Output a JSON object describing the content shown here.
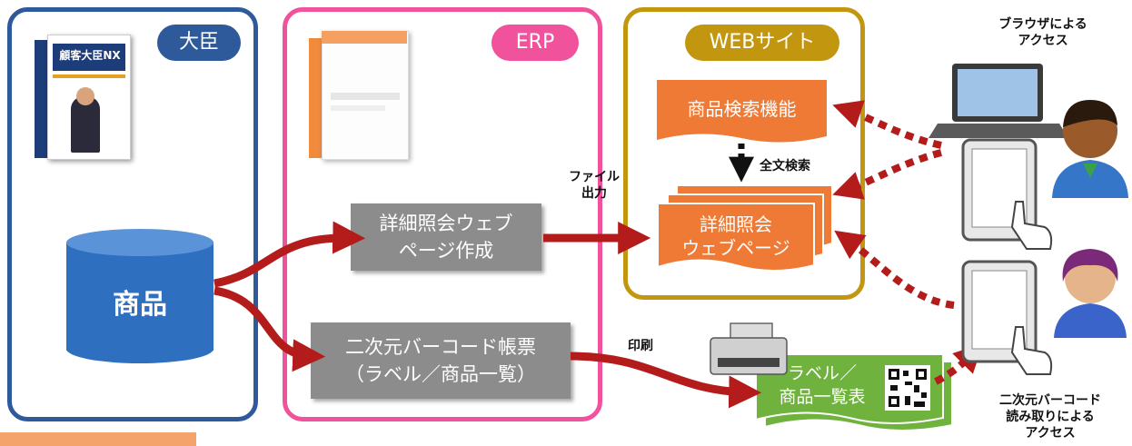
{
  "panels": {
    "daijin": {
      "tag": "大臣",
      "product_label": "顧客大臣NX"
    },
    "erp": {
      "tag": "ERP"
    },
    "web": {
      "tag": "WEBサイト"
    }
  },
  "database": {
    "label": "商品"
  },
  "erp_boxes": {
    "webpage_creation": "詳細照会ウェブ\nページ作成",
    "barcode_form": "二次元バーコード帳票\n（ラベル／商品一覧）"
  },
  "web_items": {
    "search": "商品検索機能",
    "detail_page": "詳細照会\nウェブページ"
  },
  "labels": {
    "fulltext": "全文検索",
    "file_output": "ファイル\n出力",
    "print": "印刷",
    "browser_access": "ブラウザによる\nアクセス",
    "qr_access": "二次元バーコード\n読み取りによる\nアクセス"
  },
  "label_sheet": {
    "text": "ラベル／\n商品一覧表"
  },
  "colors": {
    "daijin": "#2e5a9c",
    "erp": "#f0529c",
    "web": "#c2960f",
    "orange": "#ee7a35",
    "gray": "#8c8c8c",
    "green": "#6fb23e",
    "arrow": "#b41c1c",
    "db": "#2f6fbf"
  },
  "icons": [
    "box-package-icon",
    "database-icon",
    "laptop-icon",
    "tablet-icon",
    "hand-pointer-icon",
    "person-male-icon",
    "person-female-icon",
    "printer-icon",
    "qr-code-icon"
  ]
}
